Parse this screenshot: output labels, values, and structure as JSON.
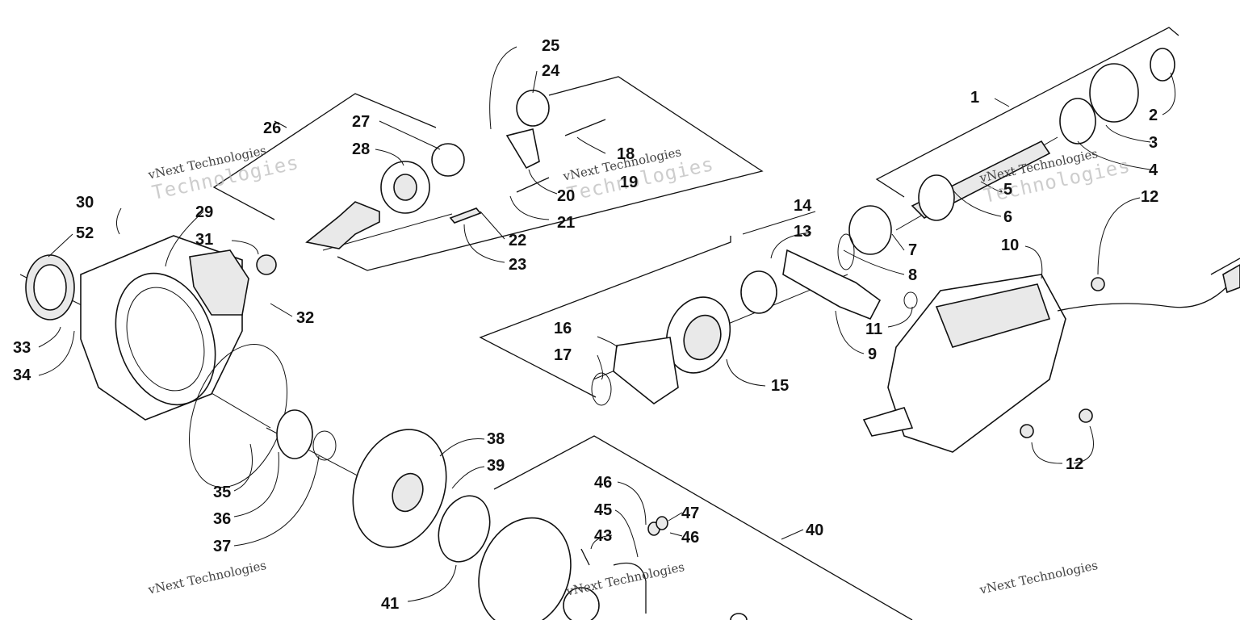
{
  "callouts": [
    "1",
    "2",
    "3",
    "4",
    "5",
    "6",
    "7",
    "8",
    "9",
    "10",
    "11",
    "12",
    "12",
    "13",
    "14",
    "15",
    "16",
    "17",
    "18",
    "19",
    "20",
    "21",
    "22",
    "23",
    "24",
    "25",
    "26",
    "27",
    "28",
    "29",
    "30",
    "31",
    "32",
    "33",
    "34",
    "35",
    "36",
    "37",
    "38",
    "39",
    "40",
    "41",
    "43",
    "45",
    "46",
    "46",
    "47",
    "52"
  ],
  "watermark": {
    "small": "vNext Technologies",
    "big": "Technologies"
  }
}
